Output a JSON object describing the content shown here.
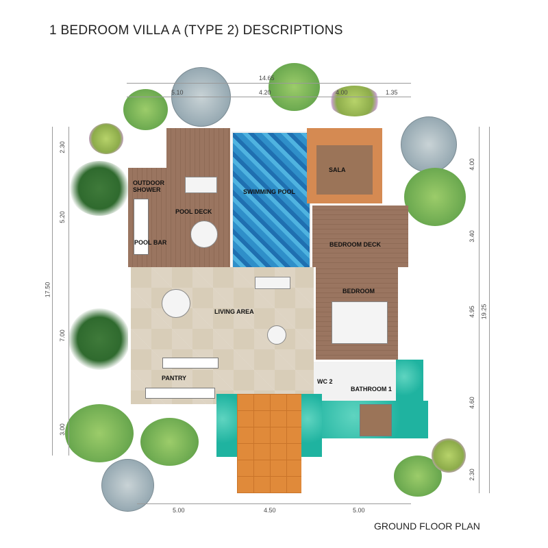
{
  "title": "1 BEDROOM  VILLA  A  (TYPE 2) DESCRIPTIONS",
  "subtitle": "GROUND FLOOR PLAN",
  "rooms": {
    "outdoor_shower": "OUTDOOR\nSHOWER",
    "pool_deck": "POOL DECK",
    "pool_bar": "POOL BAR",
    "swimming_pool": "SWIMMING POOL",
    "sala": "SALA",
    "bedroom_deck": "BEDROOM DECK",
    "bedroom": "BEDROOM",
    "living_area": "LIVING AREA",
    "pantry": "PANTRY",
    "wc2": "WC 2",
    "bathroom1": "BATHROOM 1"
  },
  "dimensions": {
    "top_total": "14.65",
    "top": [
      "5.10",
      "4.20",
      "4.00",
      "1.35"
    ],
    "left_total": "17.50",
    "left": [
      "2.30",
      "5.20",
      "7.00",
      "3.00"
    ],
    "right_total": "19.25",
    "right": [
      "4.00",
      "3.40",
      "4.95",
      "4.60",
      "2.30"
    ],
    "bottom": [
      "5.00",
      "4.50",
      "5.00"
    ]
  }
}
